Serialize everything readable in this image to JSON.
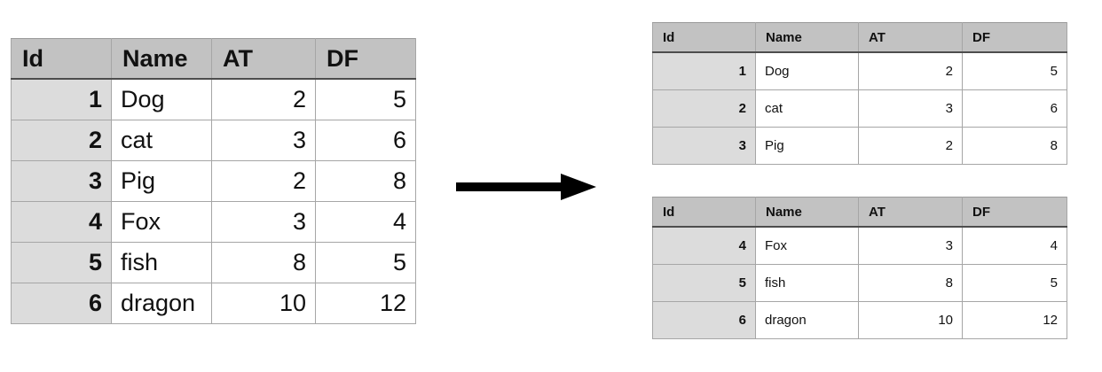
{
  "colors": {
    "header_bg": "#c2c2c2",
    "id_column_bg": "#dcdcdc",
    "cell_bg": "#ffffff",
    "gridline": "#a6a6a6",
    "header_rule": "#4d4d4d",
    "arrow": "#000000",
    "page_bg": "#ffffff",
    "text": "#111111"
  },
  "columns": [
    "Id",
    "Name",
    "AT",
    "DF"
  ],
  "source": {
    "title": "Id",
    "headers": [
      "Id",
      "Name",
      "AT",
      "DF"
    ],
    "rows": [
      {
        "id": "1",
        "name": "Dog",
        "at": "2",
        "df": "5"
      },
      {
        "id": "2",
        "name": "cat",
        "at": "3",
        "df": "6"
      },
      {
        "id": "3",
        "name": "Pig",
        "at": "2",
        "df": "8"
      },
      {
        "id": "4",
        "name": "Fox",
        "at": "3",
        "df": "4"
      },
      {
        "id": "5",
        "name": "fish",
        "at": "8",
        "df": "5"
      },
      {
        "id": "6",
        "name": "dragon",
        "at": "10",
        "df": "12"
      }
    ]
  },
  "arrow": {
    "icon": "arrow-right-icon",
    "label": ""
  },
  "results": [
    {
      "headers": [
        "Id",
        "Name",
        "AT",
        "DF"
      ],
      "rows": [
        {
          "id": "1",
          "name": "Dog",
          "at": "2",
          "df": "5"
        },
        {
          "id": "2",
          "name": "cat",
          "at": "3",
          "df": "6"
        },
        {
          "id": "3",
          "name": "Pig",
          "at": "2",
          "df": "8"
        }
      ]
    },
    {
      "headers": [
        "Id",
        "Name",
        "AT",
        "DF"
      ],
      "rows": [
        {
          "id": "4",
          "name": "Fox",
          "at": "3",
          "df": "4"
        },
        {
          "id": "5",
          "name": "fish",
          "at": "8",
          "df": "5"
        },
        {
          "id": "6",
          "name": "dragon",
          "at": "10",
          "df": "12"
        }
      ]
    }
  ]
}
